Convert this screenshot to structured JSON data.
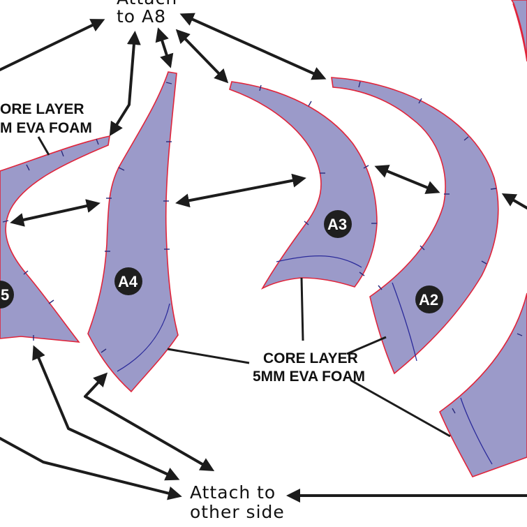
{
  "labels": {
    "attach_a8_line1": "Attach",
    "attach_a8_line2": "to A8",
    "attach_other_line1": "Attach to",
    "attach_other_line2": "other side",
    "core_left_line1": "ORE LAYER",
    "core_left_line2": "M EVA FOAM",
    "core_center_line1": "CORE LAYER",
    "core_center_line2": "5MM EVA FOAM"
  },
  "pieces": {
    "a5": "5",
    "a4": "A4",
    "a3": "A3",
    "a2": "A2"
  },
  "colors": {
    "piece_fill": "#9b9ac9",
    "piece_outline": "#e0243a",
    "fold_line": "#2a2a9a",
    "arrow": "#1c1c1c"
  }
}
